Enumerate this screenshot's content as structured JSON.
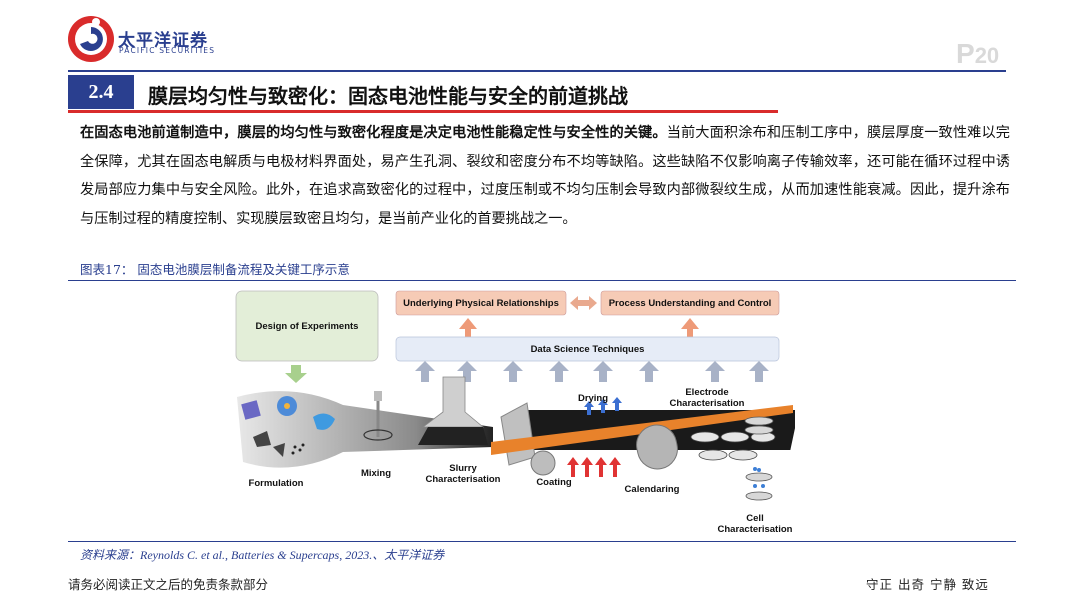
{
  "header": {
    "company_cn": "太平洋证券",
    "company_en": "PACIFIC SECURITIES",
    "page_prefix": "P",
    "page_number": "20"
  },
  "section": {
    "number": "2.4",
    "title": "膜层均匀性与致密化：固态电池性能与安全的前道挑战"
  },
  "body": {
    "lead_bold": "在固态电池前道制造中，膜层的均匀性与致密化程度是决定电池性能稳定性与安全性的关键。",
    "rest": "当前大面积涂布和压制工序中，膜层厚度一致性难以完全保障，尤其在固态电解质与电极材料界面处，易产生孔洞、裂纹和密度分布不均等缺陷。这些缺陷不仅影响离子传输效率，还可能在循环过程中诱发局部应力集中与安全风险。此外，在追求高致密化的过程中，过度压制或不均匀压制会导致内部微裂纹生成，从而加速性能衰减。因此，提升涂布与压制过程的精度控制、实现膜层致密且均匀，是当前产业化的首要挑战之一。"
  },
  "figure": {
    "caption": "图表17：  固态电池膜层制备流程及关键工序示意",
    "doe": "Design of Experiments",
    "physical": "Underlying Physical Relationships",
    "process": "Process Understanding and Control",
    "data_science": "Data Science Techniques",
    "formulation": "Formulation",
    "mixing": "Mixing",
    "slurry_1": "Slurry",
    "slurry_2": "Characterisation",
    "coating": "Coating",
    "drying": "Drying",
    "calendaring": "Calendaring",
    "electrode_1": "Electrode",
    "electrode_2": "Characterisation",
    "cell_1": "Cell",
    "cell_2": "Characterisation"
  },
  "source": "资料来源：Reynolds C. et al., Batteries & Supercaps, 2023.、太平洋证券",
  "footer": {
    "disclaimer": "请务必阅读正文之后的免责条款部分",
    "motto": "守正  出奇  宁静  致远"
  },
  "colors": {
    "brand_blue": "#2a3f8f",
    "accent_red": "#d92b2b",
    "doe_green": "#e3eed8",
    "salmon": "#f6cbb6",
    "light_blue": "#e6ecf7"
  }
}
